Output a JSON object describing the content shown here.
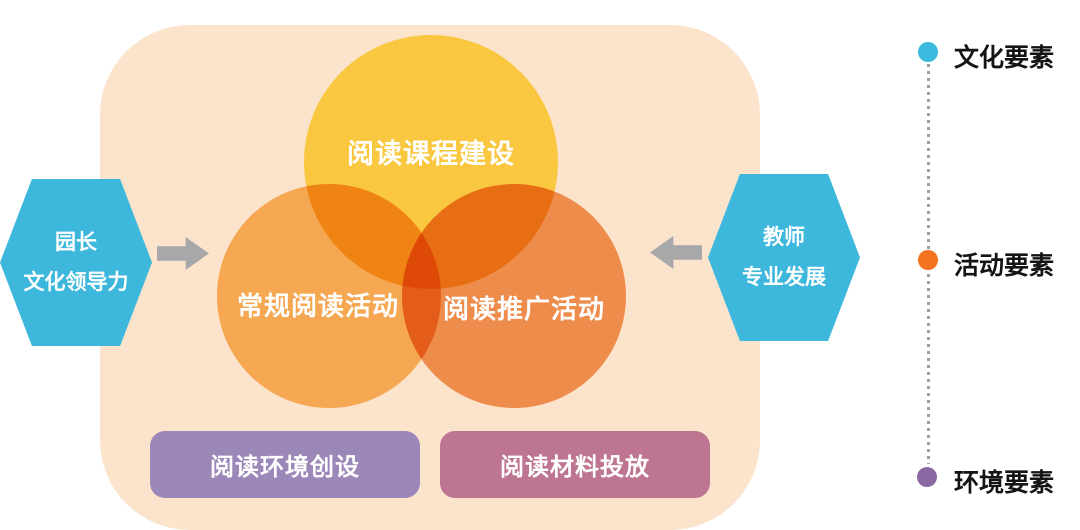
{
  "diagram": {
    "card_color": "#FBE3CC",
    "venn": {
      "circles": [
        {
          "name": "reading-curriculum",
          "label": "阅读课程建设",
          "color": "#F9C840"
        },
        {
          "name": "regular-reading-activities",
          "label": "常规阅读活动",
          "color": "#F5A851"
        },
        {
          "name": "reading-promotion-activities",
          "label": "阅读推广活动",
          "color": "#EE8C4C"
        }
      ]
    },
    "hexagons": {
      "left": {
        "line1": "园长",
        "line2": "文化领导力",
        "color": "#3DB8DC"
      },
      "right": {
        "line1": "教师",
        "line2": "专业发展",
        "color": "#3DB8DC"
      }
    },
    "arrows": {
      "color": "#A8A8AA",
      "left_arrow_direction": "right",
      "right_arrow_direction": "left"
    },
    "tags": [
      {
        "label": "阅读环境创设",
        "color": "#9C87B9"
      },
      {
        "label": "阅读材料投放",
        "color": "#BE7591"
      }
    ]
  },
  "legend": {
    "line_color": "#98A0A8",
    "text_color": "#141414",
    "items": [
      {
        "label": "文化要素",
        "dot_color": "#3CB9DE"
      },
      {
        "label": "活动要素",
        "dot_color": "#F2731D"
      },
      {
        "label": "环境要素",
        "dot_color": "#8A68A2"
      }
    ]
  }
}
